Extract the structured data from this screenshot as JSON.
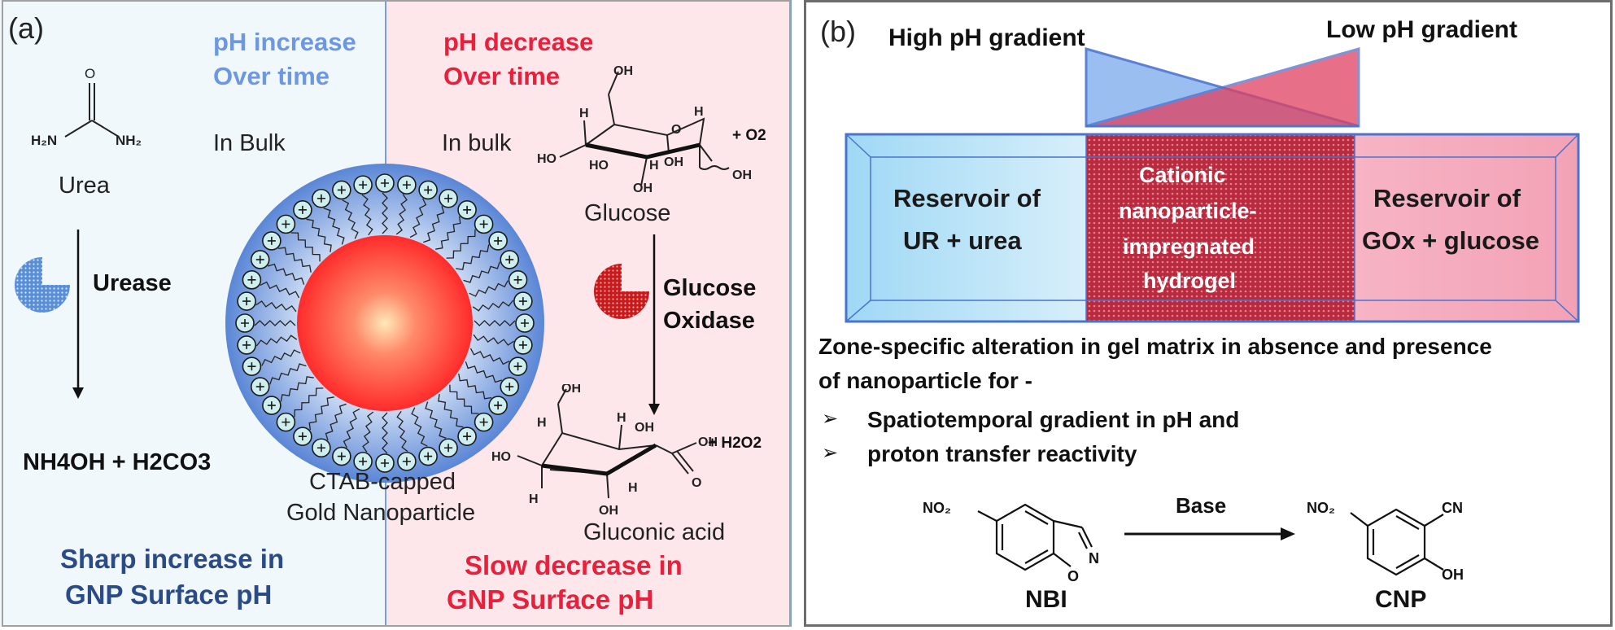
{
  "panel_a": {
    "label": "(a)",
    "ph_increase": [
      "pH increase",
      "Over time"
    ],
    "ph_decrease": [
      "pH decrease",
      "Over time"
    ],
    "in_bulk_left": "In Bulk",
    "in_bulk_right": "In bulk",
    "urea": "Urea",
    "urease": "Urease",
    "urease_product": "NH4OH + H2CO3",
    "glucose": "Glucose",
    "glucose_oxidase": [
      "Glucose",
      "Oxidase"
    ],
    "o2": "+ O2",
    "h2o2": "+ H2O2",
    "gluconic_acid": "Gluconic acid",
    "particle_label": [
      "CTAB-capped",
      "Gold Nanoparticle"
    ],
    "sharp_increase": [
      "Sharp increase in",
      "GNP Surface pH"
    ],
    "slow_decrease": [
      "Slow decrease in",
      "GNP Surface pH"
    ],
    "colors": {
      "blue": "#6d97e0",
      "red": "#e8203b",
      "navy": "#2b4b86"
    }
  },
  "panel_b": {
    "label": "(b)",
    "high_ph": "High pH gradient",
    "low_ph": "Low pH gradient",
    "reservoir_left": [
      "Reservoir of",
      "UR + urea"
    ],
    "center": [
      "Cationic",
      "nanoparticle-",
      "impregnated",
      "hydrogel"
    ],
    "reservoir_right": [
      "Reservoir of",
      "GOx + glucose"
    ],
    "zone_text": [
      "Zone-specific alteration in gel matrix in absence and presence",
      "of nanoparticle for -"
    ],
    "bullets": [
      "Spatiotemporal gradient in pH and",
      "proton transfer reactivity"
    ],
    "reaction": {
      "reactant": "NBI",
      "product": "CNP",
      "reagent": "Base"
    }
  }
}
